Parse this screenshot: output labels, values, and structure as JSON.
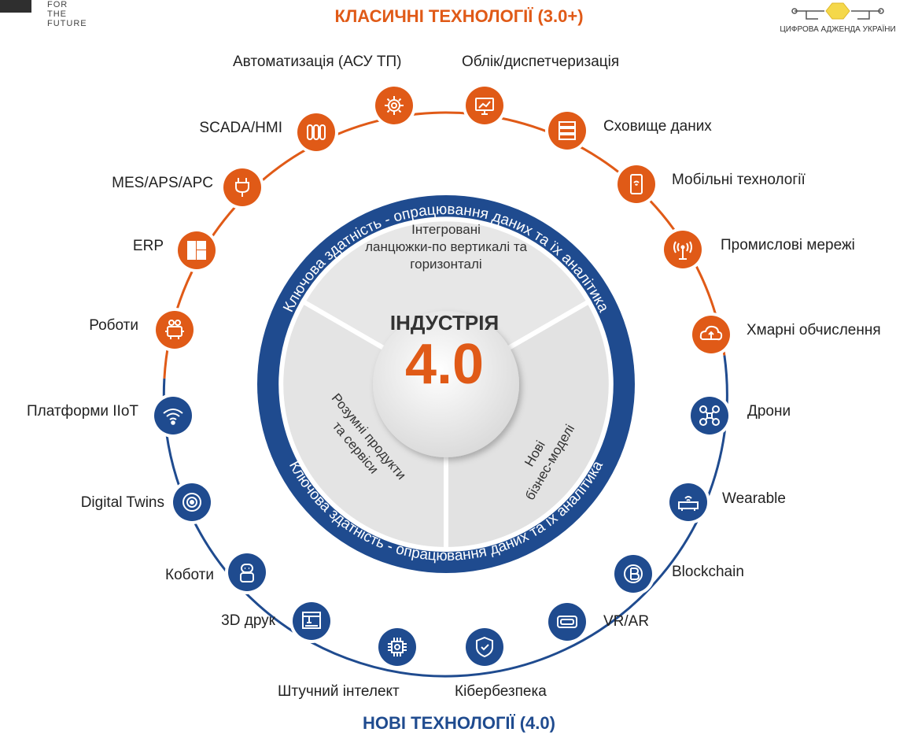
{
  "header": {
    "top_left_text": "FOR THE FUTURE",
    "logo_text": "ЦИФРОВА АДЖЕНДА УКРАЇНИ",
    "top_title": "КЛАСИЧНІ ТЕХНОЛОГІЇ (3.0+)",
    "bottom_title": "НОВІ ТЕХНОЛОГІЇ (4.0)"
  },
  "colors": {
    "orange": "#e05a17",
    "blue": "#1f4b8f",
    "gray": "#e6e6e6"
  },
  "center": {
    "word": "ІНДУСТРІЯ",
    "number": "4.0"
  },
  "ring_text": "Ключова здатність - опрацювання даних та їх аналітика",
  "segments": {
    "top": [
      "Інтегровані",
      "ланцюжки-по вертикалі та",
      "горизонталі"
    ],
    "left": [
      "Розумні продукти",
      "та сервіси"
    ],
    "right": [
      "Нові",
      "бізнес-моделі"
    ]
  },
  "classic": [
    {
      "label": "Автоматизація (АСУ ТП)",
      "icon": "gear-icon"
    },
    {
      "label": "Облік/диспетчеризація",
      "icon": "monitor-chart-icon"
    },
    {
      "label": "Сховище даних",
      "icon": "server-icon"
    },
    {
      "label": "Мобільні технології",
      "icon": "smartphone-icon"
    },
    {
      "label": "Промислові мережі",
      "icon": "antenna-icon"
    },
    {
      "label": "Хмарні обчислення",
      "icon": "cloud-upload-icon"
    },
    {
      "label": "Роботи",
      "icon": "robot-icon"
    },
    {
      "label": "ERP",
      "icon": "layout-icon"
    },
    {
      "label": "MES/APS/APC",
      "icon": "connector-icon"
    },
    {
      "label": "SCADA/HMI",
      "icon": "tanks-icon"
    }
  ],
  "new": [
    {
      "label": "Дрони",
      "icon": "drone-icon"
    },
    {
      "label": "Wearable",
      "icon": "router-icon"
    },
    {
      "label": "Blockchain",
      "icon": "bitcoin-icon"
    },
    {
      "label": "VR/AR",
      "icon": "vr-headset-icon"
    },
    {
      "label": "Кібербезпека",
      "icon": "shield-check-icon"
    },
    {
      "label": "Штучний інтелект",
      "icon": "ai-chip-icon"
    },
    {
      "label": "3D друк",
      "icon": "printer-3d-icon"
    },
    {
      "label": "Коботи",
      "icon": "cobot-icon"
    },
    {
      "label": "Digital Twins",
      "icon": "target-signal-icon"
    },
    {
      "label": "Платформи IIoT",
      "icon": "wifi-icon"
    }
  ]
}
